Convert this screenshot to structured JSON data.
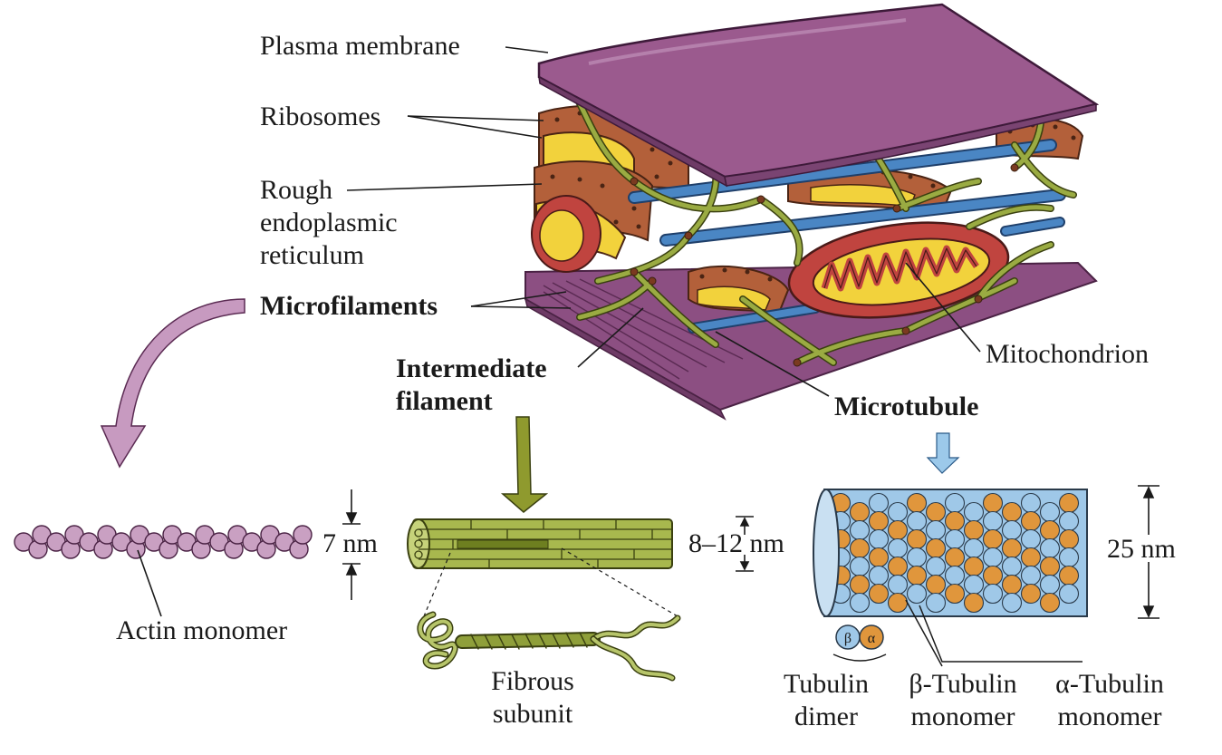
{
  "labels": {
    "plasma_membrane": "Plasma membrane",
    "ribosomes": "Ribosomes",
    "rough_er": [
      "Rough",
      "endoplasmic",
      "reticulum"
    ],
    "microfilaments": "Microfilaments",
    "intermediate_filament": [
      "Intermediate",
      "filament"
    ],
    "mitochondrion": "Mitochondrion",
    "microtubule": "Microtubule",
    "actin_monomer": "Actin monomer",
    "fibrous_subunit": [
      "Fibrous",
      "subunit"
    ],
    "tubulin_dimer": [
      "Tubulin",
      "dimer"
    ],
    "beta_tubulin_monomer": [
      "β-Tubulin",
      "monomer"
    ],
    "alpha_tubulin_monomer": [
      "α-Tubulin",
      "monomer"
    ],
    "beta_symbol": "β",
    "alpha_symbol": "α"
  },
  "dimensions": {
    "microfilament": "7 nm",
    "intermediate": "8–12 nm",
    "microtubule": "25 nm"
  },
  "colors": {
    "membrane": "#9b5a8e",
    "membrane_light": "#b47aa8",
    "er": "#b3603a",
    "er_lumen": "#f2d23c",
    "intermediate_filament": "#8f9f3a",
    "microtubule": "#4a86c4",
    "mitochondrion": "#c0443f",
    "actin": "#c9a0c2",
    "beta_tubulin": "#9fc8e8",
    "alpha_tubulin": "#e0963c",
    "arrow_purple": "#c79ac0",
    "arrow_olive": "#8f9a2e",
    "arrow_blue": "#9cc9ea"
  }
}
